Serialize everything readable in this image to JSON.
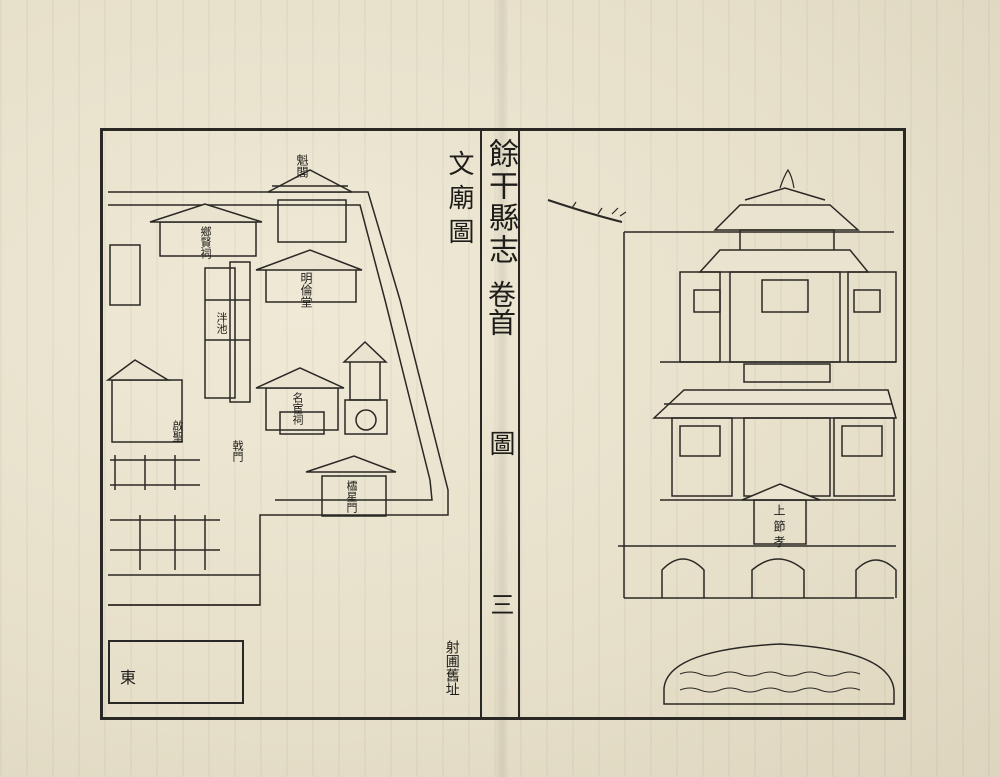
{
  "book_title": "餘干縣志",
  "volume": "卷首",
  "section": "圖",
  "page_number": "三",
  "left_panel": {
    "title": "文廟圖",
    "credit": "射圃舊址",
    "east_marker": "東",
    "building_labels": [
      "魁閣",
      "明倫堂",
      "名宦祠",
      "鄉賢祠",
      "啟聖",
      "戟門",
      "櫺星門",
      "泮池"
    ]
  },
  "right_panel": {
    "gate_plaque": "上 節 孝"
  },
  "colors": {
    "ink": "#2a2824",
    "paper": "#e9e3cf"
  }
}
